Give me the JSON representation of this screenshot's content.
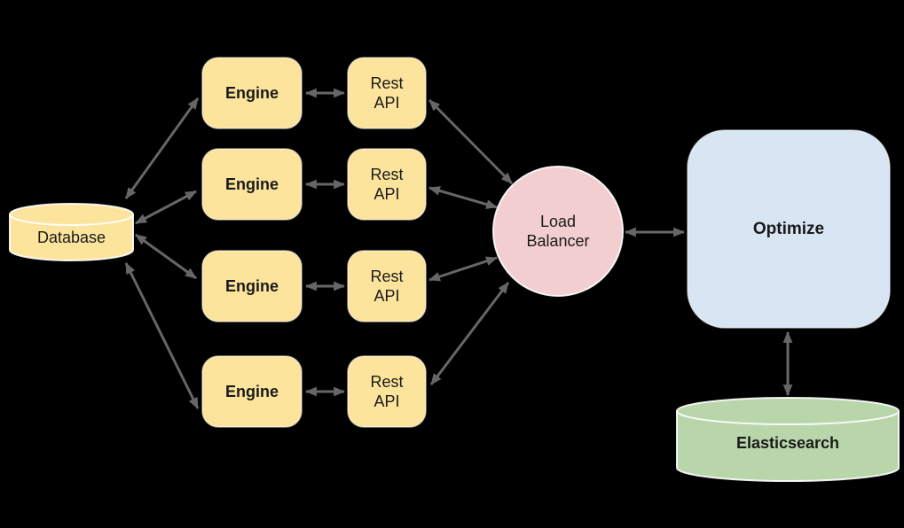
{
  "diagram": {
    "nodes": {
      "database": {
        "label": "Database",
        "shape": "cylinder"
      },
      "engines": [
        {
          "label": "Engine"
        },
        {
          "label": "Engine"
        },
        {
          "label": "Engine"
        },
        {
          "label": "Engine"
        }
      ],
      "rest_apis": [
        {
          "label": "Rest\nAPI"
        },
        {
          "label": "Rest\nAPI"
        },
        {
          "label": "Rest\nAPI"
        },
        {
          "label": "Rest\nAPI"
        }
      ],
      "load_balancer": {
        "label": "Load\nBalancer",
        "shape": "circle"
      },
      "optimize": {
        "label": "Optimize",
        "shape": "rounded-rect"
      },
      "elasticsearch": {
        "label": "Elasticsearch",
        "shape": "cylinder"
      }
    },
    "colors": {
      "background": "#000000",
      "node_yellow": "#FCE49C",
      "node_pink": "#F3CED0",
      "node_blue": "#D8E5F3",
      "node_green": "#B8D6AA",
      "arrow": "#666666",
      "outline": "#FFFFFF",
      "text": "#1A1A1A"
    },
    "connections": [
      "database-engine-1",
      "database-engine-2",
      "database-engine-3",
      "database-engine-4",
      "engine-1-restapi-1",
      "engine-2-restapi-2",
      "engine-3-restapi-3",
      "engine-4-restapi-4",
      "restapi-1-loadbalancer",
      "restapi-2-loadbalancer",
      "restapi-3-loadbalancer",
      "restapi-4-loadbalancer",
      "loadbalancer-optimize",
      "optimize-elasticsearch"
    ]
  }
}
